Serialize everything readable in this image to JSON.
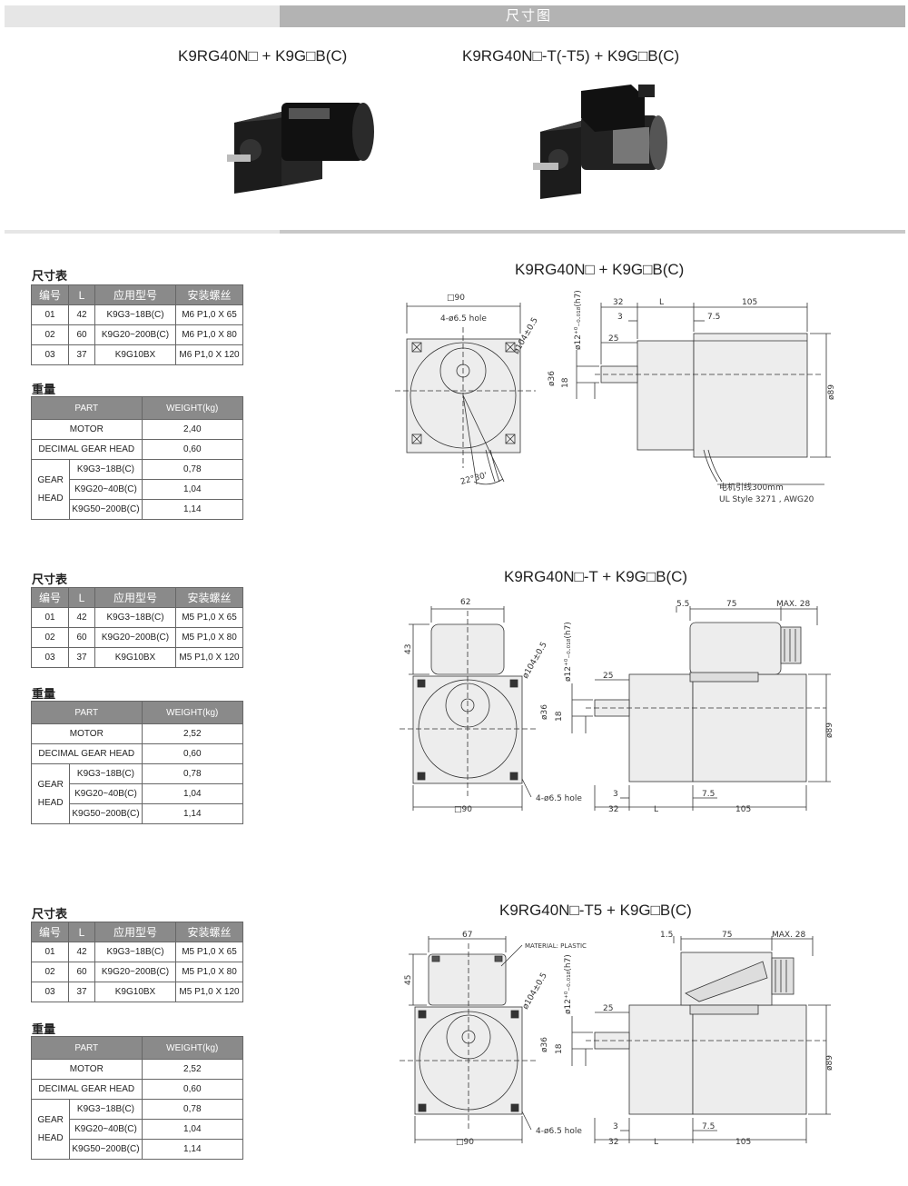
{
  "header": {
    "title": "尺寸图"
  },
  "products": [
    {
      "model": "K9RG40N□ + K9G□B(C)"
    },
    {
      "model": "K9RG40N□-T(-T5) + K9G□B(C)"
    }
  ],
  "sections": [
    {
      "dim_title": "尺寸表",
      "dim_headers": [
        "编号",
        "L",
        "应用型号",
        "安装螺丝"
      ],
      "dim_rows": [
        [
          "01",
          "42",
          "K9G3~18B(C)",
          "M6  P1,0  X  65"
        ],
        [
          "02",
          "60",
          "K9G20~200B(C)",
          "M6  P1,0  X  80"
        ],
        [
          "03",
          "37",
          "K9G10BX",
          "M6  P1,0  X  120"
        ]
      ],
      "weight_title": "重量",
      "weight_headers": [
        "PART",
        "WEIGHT(kg)"
      ],
      "motor_label": "MOTOR",
      "motor_weight": "2,40",
      "decimal_label": "DECIMAL  GEAR  HEAD",
      "decimal_weight": "0,60",
      "gear_label_1": "GEAR",
      "gear_label_2": "HEAD",
      "gear_rows": [
        [
          "K9G3~18B(C)",
          "0,78"
        ],
        [
          "K9G20~40B(C)",
          "1,04"
        ],
        [
          "K9G50~200B(C)",
          "1,14"
        ]
      ],
      "drawing_title": "K9RG40N□ + K9G□B(C)"
    },
    {
      "dim_title": "尺寸表",
      "dim_headers": [
        "编号",
        "L",
        "应用型号",
        "安装螺丝"
      ],
      "dim_rows": [
        [
          "01",
          "42",
          "K9G3~18B(C)",
          "M5  P1,0  X  65"
        ],
        [
          "02",
          "60",
          "K9G20~200B(C)",
          "M5  P1,0  X  80"
        ],
        [
          "03",
          "37",
          "K9G10BX",
          "M5  P1,0  X  120"
        ]
      ],
      "weight_title": "重量",
      "weight_headers": [
        "PART",
        "WEIGHT(kg)"
      ],
      "motor_label": "MOTOR",
      "motor_weight": "2,52",
      "decimal_label": "DECIMAL  GEAR  HEAD",
      "decimal_weight": "0,60",
      "gear_label_1": "GEAR",
      "gear_label_2": "HEAD",
      "gear_rows": [
        [
          "K9G3~18B(C)",
          "0,78"
        ],
        [
          "K9G20~40B(C)",
          "1,04"
        ],
        [
          "K9G50~200B(C)",
          "1,14"
        ]
      ],
      "drawing_title": "K9RG40N□-T + K9G□B(C)"
    },
    {
      "dim_title": "尺寸表",
      "dim_headers": [
        "编号",
        "L",
        "应用型号",
        "安装螺丝"
      ],
      "dim_rows": [
        [
          "01",
          "42",
          "K9G3~18B(C)",
          "M5  P1,0  X  65"
        ],
        [
          "02",
          "60",
          "K9G20~200B(C)",
          "M5  P1,0  X  80"
        ],
        [
          "03",
          "37",
          "K9G10BX",
          "M5  P1,0  X  120"
        ]
      ],
      "weight_title": "重量",
      "weight_headers": [
        "PART",
        "WEIGHT(kg)"
      ],
      "motor_label": "MOTOR",
      "motor_weight": "2,52",
      "decimal_label": "DECIMAL  GEAR  HEAD",
      "decimal_weight": "0,60",
      "gear_label_1": "GEAR",
      "gear_label_2": "HEAD",
      "gear_rows": [
        [
          "K9G3~18B(C)",
          "0,78"
        ],
        [
          "K9G20~40B(C)",
          "1,04"
        ],
        [
          "K9G50~200B(C)",
          "1,14"
        ]
      ],
      "drawing_title": "K9RG40N□-T5 + K9G□B(C)"
    }
  ],
  "drawing_labels": {
    "sq90": "□90",
    "holes": "4-ø6.5 hole",
    "pcd": "ø104±0.5",
    "shaft": "ø12⁺⁰₋₀.₀₁₈(h7)",
    "d36": "ø36",
    "d18": "18",
    "d89": "ø89",
    "angle": "22°30'",
    "d32": "32",
    "dL": "L",
    "d105": "105",
    "d3": "3",
    "d75": "7.5",
    "d25": "25",
    "lead1": "电机引线300mm",
    "lead2": "UL Style 3271 , AWG20",
    "d62": "62",
    "d43": "43",
    "d55": "5.5",
    "d75b": "75",
    "max28": "MAX. 28",
    "d67": "67",
    "d45": "45",
    "d15": "1.5",
    "material": "MATERIAL: PLASTIC"
  }
}
